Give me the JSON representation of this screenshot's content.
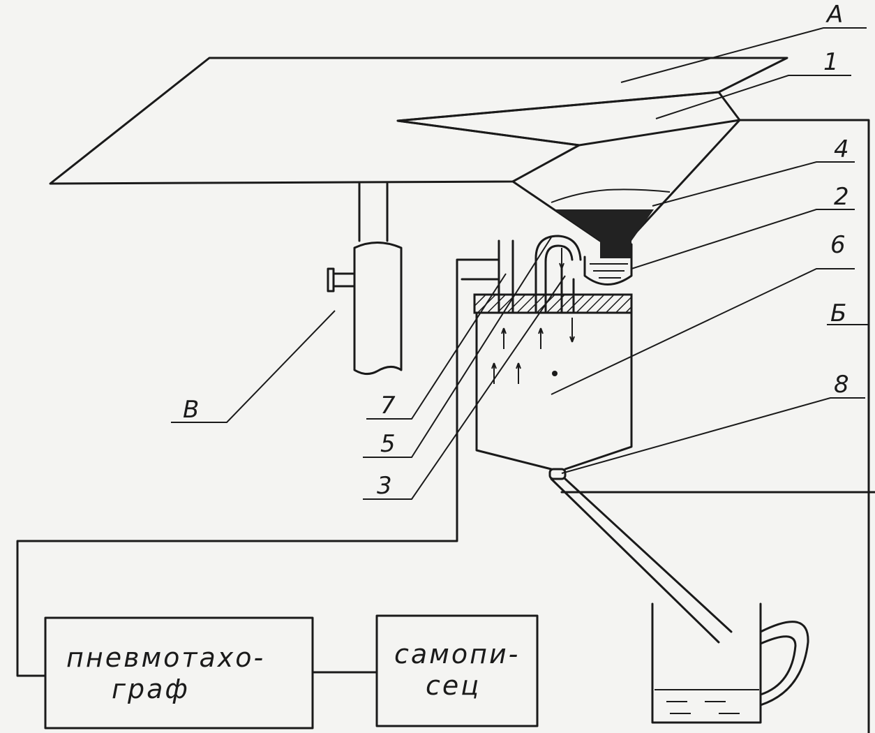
{
  "labels": {
    "A": "А",
    "B_cyr": "Б",
    "V": "В",
    "n1": "1",
    "n2": "2",
    "n3": "3",
    "n4": "4",
    "n5": "5",
    "n6": "6",
    "n7": "7",
    "n8": "8"
  },
  "boxes": {
    "pneumotachograph_line1": "пневмотахо-",
    "pneumotachograph_line2": "граф",
    "recorder_line1": "самопи-",
    "recorder_line2": "сец"
  }
}
